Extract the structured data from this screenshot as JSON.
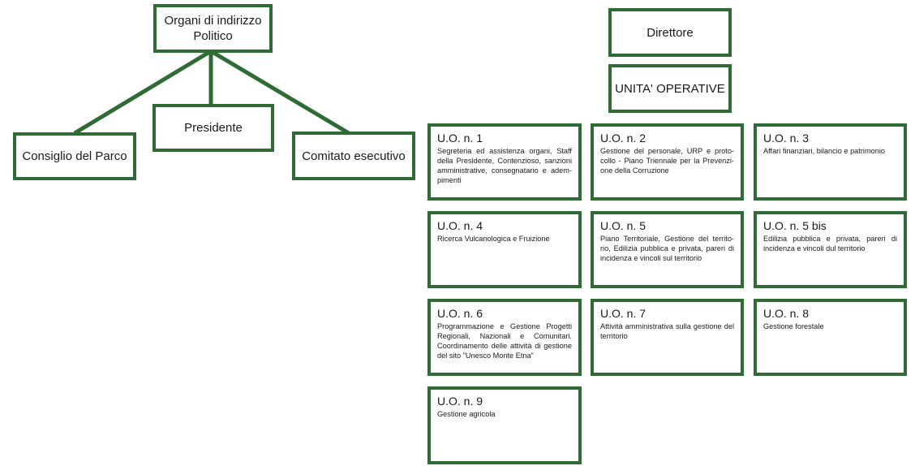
{
  "colors": {
    "border": "#2e6b35",
    "text": "#1a1a1a",
    "background": "#ffffff"
  },
  "political": {
    "root": "Organi di indirizzo Politico",
    "children": [
      "Consiglio del Parco",
      "Presidente",
      "Comitato esecutivo"
    ]
  },
  "administration": {
    "director": "Direttore",
    "units_header": "UNITA' OPERATIVE"
  },
  "units": [
    {
      "title": "U.O. n. 1",
      "desc": "Segreteria ed assistenza organi, Staff della Presidente, Contenzioso, sanzioni amministrative, consegnatario e adem-pimenti"
    },
    {
      "title": "U.O. n. 2",
      "desc": "Gestione del personale, URP e proto-collo - Piano Triennale per la Prevenzi-one della Corruzione"
    },
    {
      "title": "U.O. n. 3",
      "desc": "Affari finanziari, bilancio e patrimonio"
    },
    {
      "title": "U.O. n. 4",
      "desc": "Ricerca Vulcanologica e Fruizione"
    },
    {
      "title": "U.O. n. 5",
      "desc": "Piano Territoriale, Gestione del territo-rio, Edilizia pubblica e privata, pareri di incidenza e vincoli sul territorio"
    },
    {
      "title": "U.O. n. 5 bis",
      "desc": "Edilizia pubblica e privata, pareri di incidenza e vincoli dul territorio"
    },
    {
      "title": "U.O. n. 6",
      "desc": "Programmazione e Gestione Progetti Regionali, Nazionali e Comunitari. Coordinamento delle attività di gestione del sito \"Unesco Monte Etna\""
    },
    {
      "title": "U.O. n. 7",
      "desc": "Attività amministrativa sulla gestione del territorio"
    },
    {
      "title": "U.O. n. 8",
      "desc": "Gestione forestale"
    },
    {
      "title": "U.O. n. 9",
      "desc": "Gestione agricola"
    }
  ]
}
